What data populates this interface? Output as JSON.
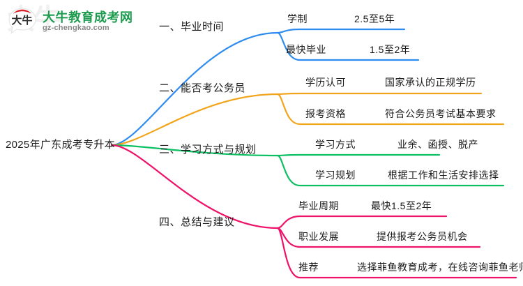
{
  "logo": {
    "ghost_text": "大牛",
    "badge_text": "大牛",
    "brand_cn": "大牛教育成考网",
    "brand_en": "gz-chengkao.com",
    "brand_color": "#1d9b4e",
    "badge_color": "#d9252a"
  },
  "mindmap": {
    "root": "2025年广东成考专升本",
    "branches": [
      {
        "label": "一、毕业时间",
        "color": "#2e8bf0",
        "leaves": [
          {
            "key": "学制",
            "value": "2.5至5年"
          },
          {
            "key": "最快毕业",
            "value": "1.5至2年"
          }
        ]
      },
      {
        "label": "二、能否考公务员",
        "color": "#f2a51a",
        "leaves": [
          {
            "key": "学历认可",
            "value": "国家承认的正规学历"
          },
          {
            "key": "报考资格",
            "value": "符合公务员考试基本要求"
          }
        ]
      },
      {
        "label": "三、学习方式与规划",
        "color": "#0bbf63",
        "leaves": [
          {
            "key": "学习方式",
            "value": "业余、函授、脱产"
          },
          {
            "key": "学习规划",
            "value": "根据工作和生活安排选择"
          }
        ]
      },
      {
        "label": "四、总结与建议",
        "color": "#ee1269",
        "leaves": [
          {
            "key": "毕业周期",
            "value": "最快1.5至2年"
          },
          {
            "key": "职业发展",
            "value": "提供报考公务员机会"
          },
          {
            "key": "推荐",
            "value": "选择菲鱼教育成考，在线咨询菲鱼老师"
          }
        ]
      }
    ]
  }
}
